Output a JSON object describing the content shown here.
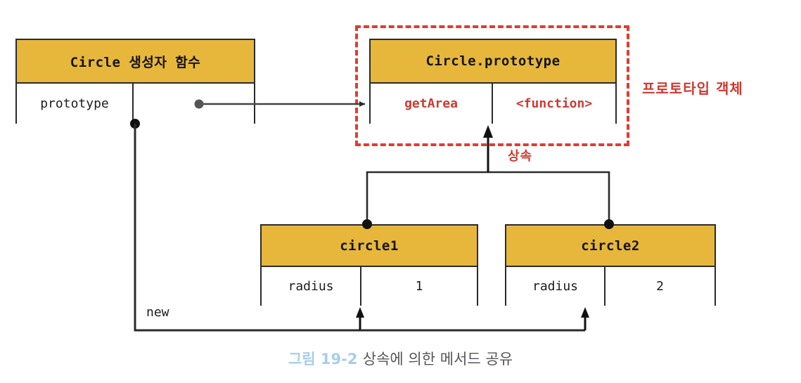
{
  "diagram": {
    "title_caption": {
      "figure_number": "그림 19-2",
      "figure_text": "상속에 의한 메서드 공유"
    },
    "colors": {
      "header_yellow": "#e7b73c",
      "accent_red": "#cc3b33",
      "dashed_red": "#e23b30",
      "caption_blue": "#a9cde8",
      "line_black": "#2b2b2b"
    },
    "constructor_box": {
      "header": "Circle 생성자 함수",
      "rows": [
        {
          "key": "prototype",
          "value": ""
        }
      ]
    },
    "prototype_box": {
      "header": "Circle.prototype",
      "rows": [
        {
          "key": "getArea",
          "value": "<function>"
        }
      ]
    },
    "prototype_region_label": "프로토타입 객체",
    "inherit_label": "상속",
    "new_label": "new",
    "instances": [
      {
        "header": "circle1",
        "rows": [
          {
            "key": "radius",
            "value": "1"
          }
        ]
      },
      {
        "header": "circle2",
        "rows": [
          {
            "key": "radius",
            "value": "2"
          }
        ]
      }
    ]
  }
}
